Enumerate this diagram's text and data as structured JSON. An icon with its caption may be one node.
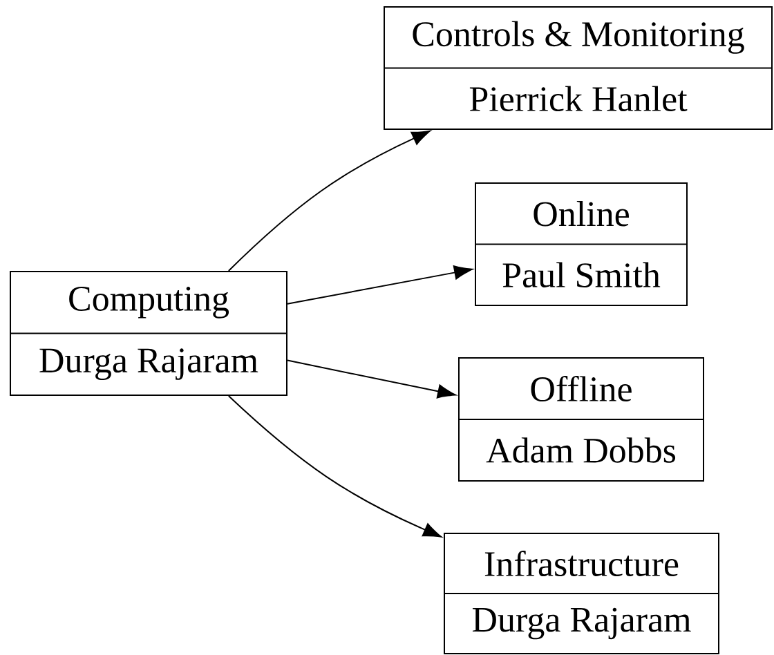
{
  "diagram": {
    "nodes": [
      {
        "text": [
          "Computing",
          "Durga Rajaram"
        ]
      },
      {
        "text": [
          "Controls & Monitoring",
          "Pierrick Hanlet"
        ]
      },
      {
        "text": [
          "Online",
          "Paul Smith"
        ]
      },
      {
        "text": [
          "Offline",
          "Adam Dobbs"
        ]
      },
      {
        "text": [
          "Infrastructure",
          "Durga Rajaram"
        ]
      }
    ],
    "edges": [
      {
        "from": 0,
        "to": 1,
        "arrow": "to"
      },
      {
        "from": 0,
        "to": 2,
        "arrow": "to"
      },
      {
        "from": 0,
        "to": 3,
        "arrow": "to"
      },
      {
        "from": 0,
        "to": 4,
        "arrow": "to"
      }
    ]
  }
}
